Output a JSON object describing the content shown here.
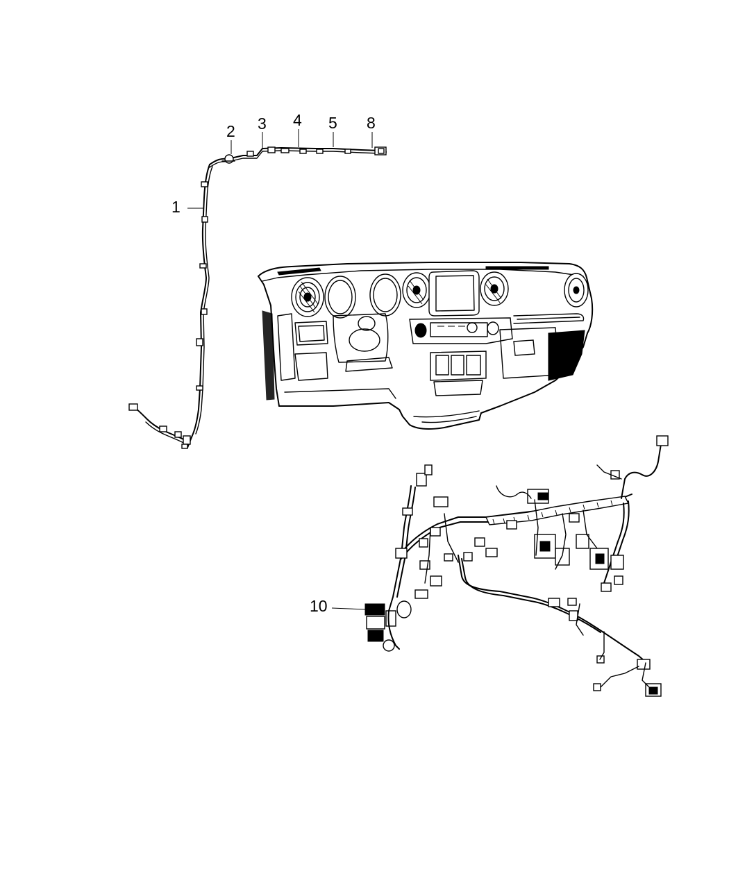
{
  "callouts": [
    {
      "id": "c1",
      "text": "1"
    },
    {
      "id": "c2",
      "text": "2"
    },
    {
      "id": "c3",
      "text": "3"
    },
    {
      "id": "c4",
      "text": "4"
    },
    {
      "id": "c5",
      "text": "5"
    },
    {
      "id": "c8",
      "text": "8"
    },
    {
      "id": "c10",
      "text": "10"
    }
  ]
}
